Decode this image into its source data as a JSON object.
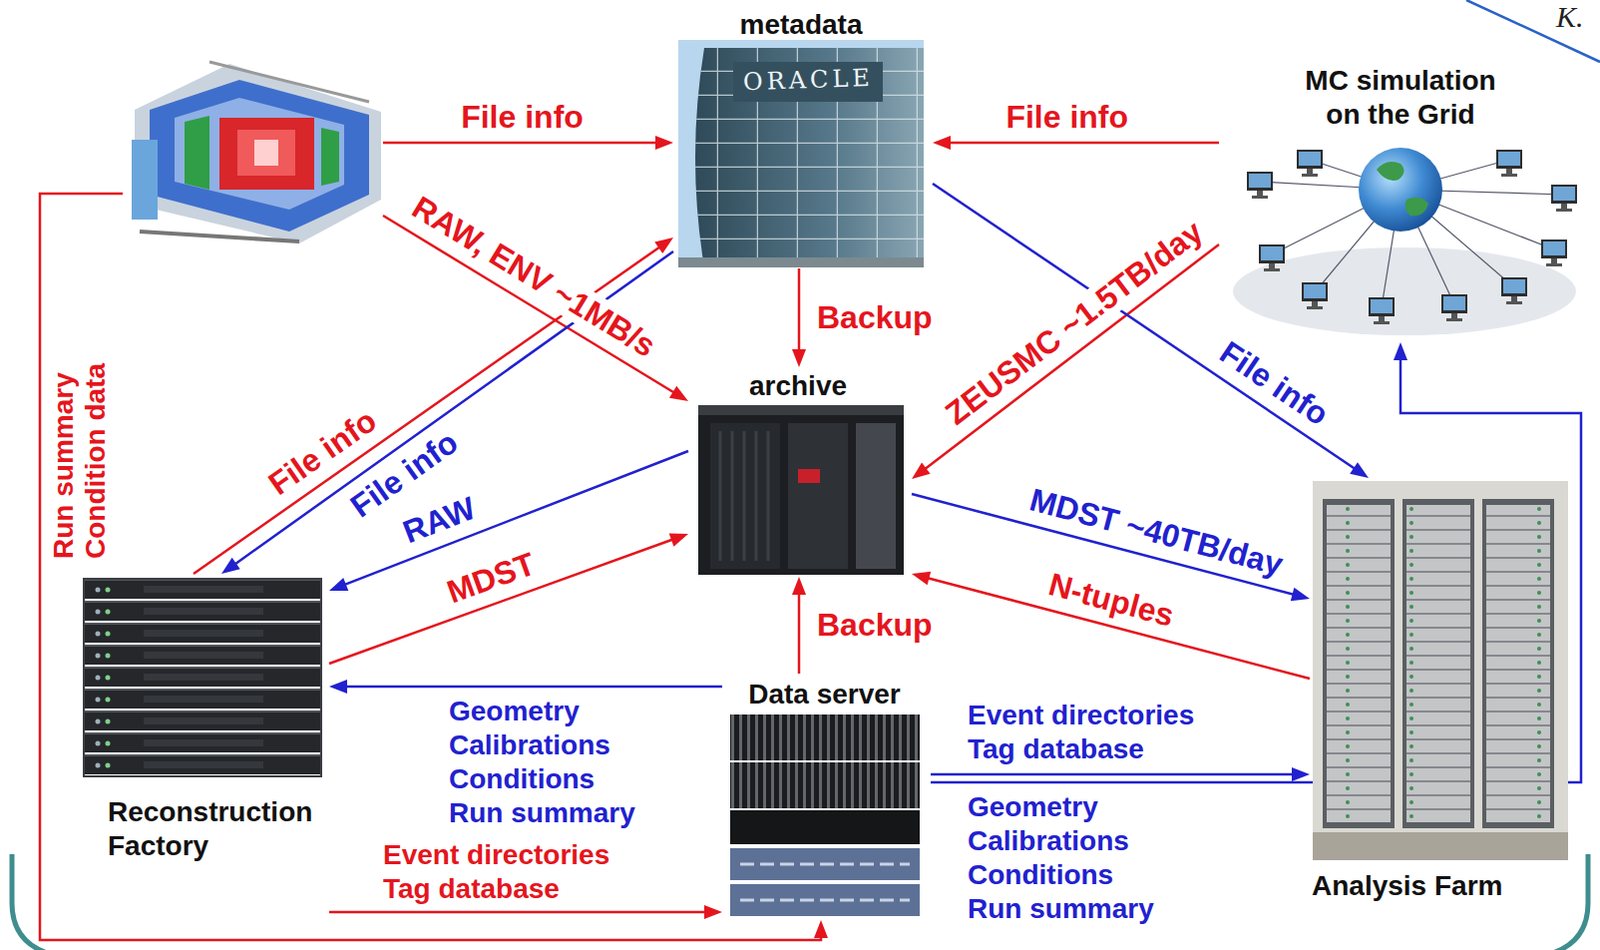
{
  "diagram": {
    "nodes": [
      {
        "text": []
      },
      {
        "text": [
          "metadata"
        ]
      },
      {
        "text": [
          "MC simulation on the Grid"
        ]
      },
      {
        "text": [
          "archive"
        ]
      },
      {
        "text": [
          "Reconstruction Factory"
        ]
      },
      {
        "text": [
          "Data server"
        ]
      },
      {
        "text": [
          "Analysis Farm"
        ]
      }
    ],
    "edges": [
      {
        "from": 0,
        "to": 1,
        "label": "File info",
        "arrow": "to"
      },
      {
        "from": 2,
        "to": 1,
        "label": "File info",
        "arrow": "to"
      },
      {
        "from": 0,
        "to": 3,
        "label": "RAW, ENV ~1MB/s",
        "arrow": "to"
      },
      {
        "from": 1,
        "to": 3,
        "label": "Backup",
        "arrow": "to"
      },
      {
        "from": 2,
        "to": 3,
        "label": "ZEUSMC ~1.5TB/day",
        "arrow": "to"
      },
      {
        "from": 1,
        "to": 6,
        "label": "File info",
        "arrow": "to"
      },
      {
        "from": 4,
        "to": 1,
        "label": "File info",
        "arrow": "to"
      },
      {
        "from": 1,
        "to": 4,
        "label": "File info",
        "arrow": "to"
      },
      {
        "from": 3,
        "to": 4,
        "label": "RAW",
        "arrow": "to"
      },
      {
        "from": 4,
        "to": 3,
        "label": "MDST",
        "arrow": "to"
      },
      {
        "from": 3,
        "to": 6,
        "label": "MDST ~40TB/day",
        "arrow": "to"
      },
      {
        "from": 6,
        "to": 3,
        "label": "N-tuples",
        "arrow": "to"
      },
      {
        "from": 5,
        "to": 3,
        "label": "Backup",
        "arrow": "to"
      },
      {
        "from": 5,
        "to": 4,
        "label": "Geometry Calibrations Conditions Run summary",
        "arrow": "to"
      },
      {
        "from": 4,
        "to": 5,
        "label": "Event directories Tag database",
        "arrow": "to"
      },
      {
        "from": 5,
        "to": 6,
        "label": "Event directories Tag database",
        "arrow": "to"
      },
      {
        "from": 5,
        "to": 2,
        "label": "Geometry Calibrations Conditions Run summary",
        "arrow": "to"
      },
      {
        "from": 0,
        "to": 5,
        "label": "Run summary Condition data",
        "arrow": "to"
      }
    ],
    "labels": [
      "ORACLE",
      "K."
    ]
  }
}
